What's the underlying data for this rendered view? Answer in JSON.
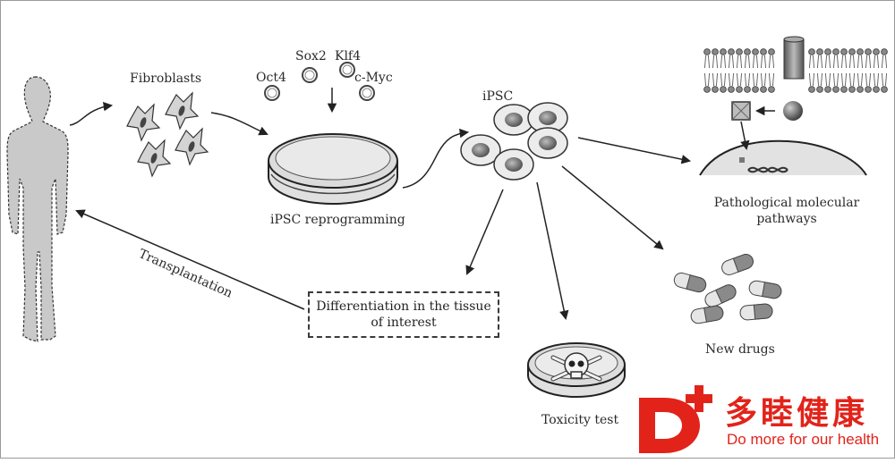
{
  "labels": {
    "fibroblasts": "Fibroblasts",
    "sox2": "Sox2",
    "klf4": "Klf4",
    "oct4": "Oct4",
    "cmyc": "c-Myc",
    "ipsc_reprogramming": "iPSC reprogramming",
    "ipsc": "iPSC",
    "pathological": "Pathological molecular pathways",
    "transplantation": "Transplantation",
    "differentiation": "Differentiation in the tissue of interest",
    "toxicity": "Toxicity test",
    "new_drugs": "New drugs"
  },
  "brand": {
    "chinese": "多睦健康",
    "tagline": "Do more for our health"
  },
  "colors": {
    "line": "#222222",
    "cell_fill": "#e8e8e8",
    "nucleus": "#777777",
    "brand_red": "#e2231a",
    "capsule_dark": "#8a8a8a",
    "capsule_light": "#e6e6e6"
  }
}
